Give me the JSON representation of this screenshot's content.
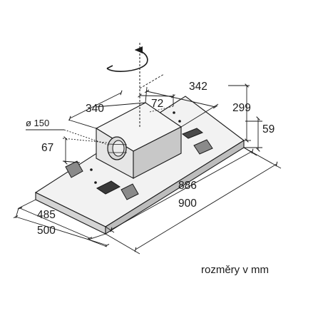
{
  "dimensions": {
    "d342": "342",
    "d72": "72",
    "d340": "340",
    "d299": "299",
    "d59": "59",
    "d150": "ø 150",
    "d67": "67",
    "d886": "886",
    "d900": "900",
    "d485": "485",
    "d500": "500"
  },
  "caption": "rozměry v mm",
  "colors": {
    "line": "#1a1a1a",
    "panel_top": "#f2f2f2",
    "panel_front": "#cfcfcf",
    "box_front": "#e6e6e6",
    "box_side": "#c8c8c8",
    "box_top": "#f5f5f5"
  }
}
